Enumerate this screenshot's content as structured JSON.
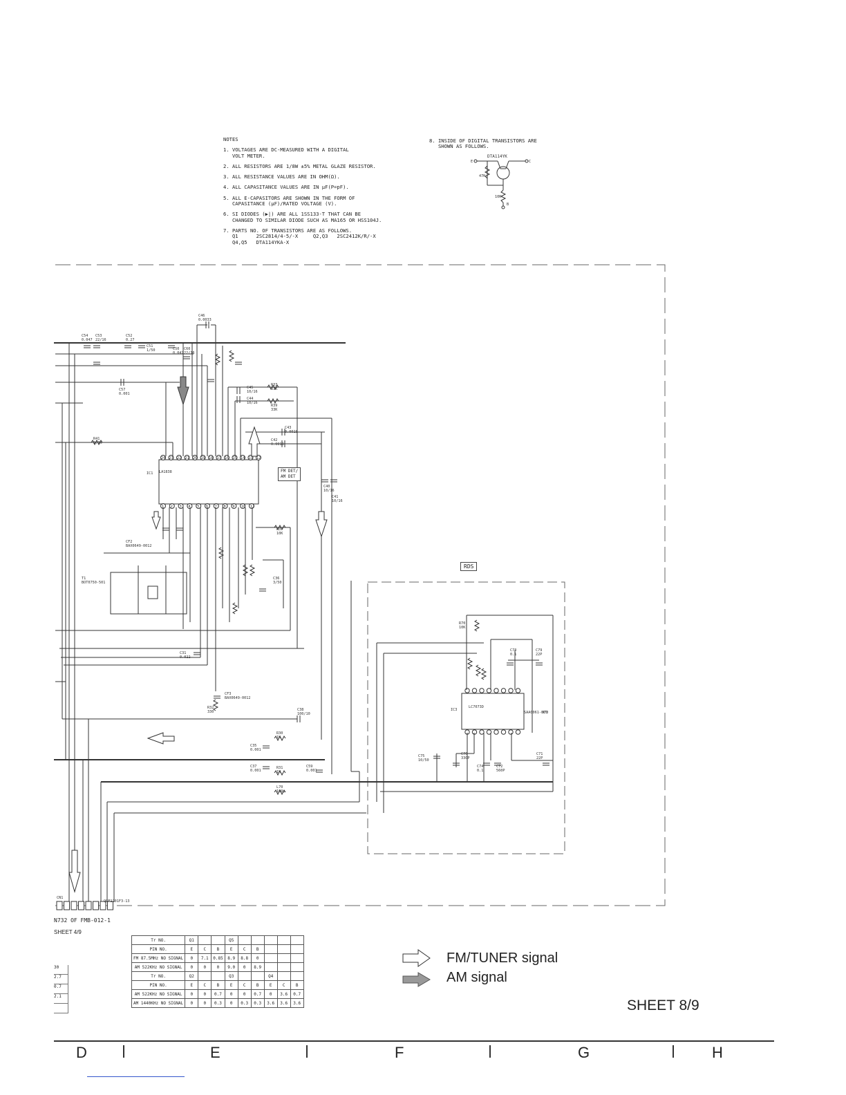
{
  "notes": {
    "heading": "NOTES",
    "items": [
      "1. VOLTAGES ARE DC-MEASURED WITH A DIGITAL\n   VOLT METER.",
      "2. ALL RESISTORS ARE 1/8W ±5% METAL GLAZE RESISTOR.",
      "3. ALL RESISTANCE VALUES ARE IN OHM(Ω).",
      "4. ALL CAPASITANCE VALUES ARE IN μF(P=pF).",
      "5. ALL E-CAPASITORS ARE SHOWN IN THE FORM OF\n   CAPASITANCE (μF)/RATED VOLTAGE (V).",
      "6. SI DIODES (▶|) ARE ALL 1SS133-T THAT CAN BE\n   CHANGED TO SIMILAR DIODE SUCH AS MA165 OR HSS104J.",
      "7. PARTS NO. OF TRANSISTORS ARE AS FOLLOWS.\n   Q1      2SC2814/4-5/-X     Q2,Q3   2SC2412K/R/-X\n   Q4,Q5   DTA114YKA-X"
    ],
    "note8": "8. INSIDE OF DIGITAL TRANSISTORS ARE\n   SHOWN AS FOLLOWS."
  },
  "transistor_detail": {
    "part": "DTA114YK",
    "r1": "47K",
    "r2": "10K",
    "pin_e": "E",
    "pin_c": "C",
    "pin_b": "B"
  },
  "ic1": {
    "ref": "IC1",
    "part": "LA1838",
    "func_label": "FM DET/\nAM DET",
    "top_pins": [
      "24",
      "23",
      "22",
      "21",
      "20",
      "19",
      "18",
      "17",
      "16",
      "15",
      "14",
      "13",
      "12"
    ],
    "bottom_pins": [
      "1",
      "2",
      "3",
      "4",
      "5",
      "6",
      "7",
      "8",
      "9",
      "10",
      "11"
    ]
  },
  "ic3": {
    "ref": "IC3",
    "part": "LC7073D",
    "xtal": "X70",
    "xtal_part": "SAA0061-001"
  },
  "rds_label": "RDS",
  "components": [
    {
      "ref": "C54",
      "val": "0.047"
    },
    {
      "ref": "C53",
      "val": "22/16"
    },
    {
      "ref": "C52",
      "val": "0.27"
    },
    {
      "ref": "C51",
      "val": "1/50"
    },
    {
      "ref": "C50",
      "val": "0.047"
    },
    {
      "ref": "C60",
      "val": "22/16"
    },
    {
      "ref": "C46",
      "val": "0.0033"
    },
    {
      "ref": "C57",
      "val": "0.001"
    },
    {
      "ref": "R41",
      "val": "3.3K"
    },
    {
      "ref": "C45",
      "val": "10/16"
    },
    {
      "ref": "C44",
      "val": "10/16"
    },
    {
      "ref": "R33",
      "val": "33K"
    },
    {
      "ref": "R39",
      "val": "33K"
    },
    {
      "ref": "C43",
      "val": "0.0018"
    },
    {
      "ref": "C42",
      "val": "0.0018"
    },
    {
      "ref": "R37",
      "val": "10K"
    },
    {
      "ref": "CF2",
      "val": "BAX0649-0012"
    },
    {
      "ref": "T1",
      "val": "BOT0750-501"
    },
    {
      "ref": "C31",
      "val": "0.022"
    },
    {
      "ref": "CF3",
      "val": "BAX0649-0012"
    },
    {
      "ref": "R32",
      "val": "330"
    },
    {
      "ref": "C38",
      "val": "100/10"
    },
    {
      "ref": "R30",
      "val": "1K"
    },
    {
      "ref": "C35",
      "val": "0.001"
    },
    {
      "ref": "R31",
      "val": "1K"
    },
    {
      "ref": "C37",
      "val": "0.001"
    },
    {
      "ref": "C59",
      "val": "0.001"
    },
    {
      "ref": "L70",
      "val": "100μ"
    },
    {
      "ref": "R70",
      "val": "10K"
    },
    {
      "ref": "C73",
      "val": "0.1"
    },
    {
      "ref": "C79",
      "val": "22P"
    },
    {
      "ref": "C75",
      "val": "10/50"
    },
    {
      "ref": "C76",
      "val": "330P"
    },
    {
      "ref": "C74",
      "val": "0.1"
    },
    {
      "ref": "C72",
      "val": "560P"
    },
    {
      "ref": "C71",
      "val": "22P"
    },
    {
      "ref": "C36",
      "val": "3/50"
    },
    {
      "ref": "C40",
      "val": "10/16"
    },
    {
      "ref": "C41",
      "val": "10/16"
    }
  ],
  "connector": {
    "label": "N732 OF FMB-012-1",
    "ref": "CN1",
    "part": "QGF1201F3-13"
  },
  "sheet_ref": "SHEET 4/9",
  "voltage_table": {
    "rows": [
      [
        "Tr NO.",
        "Q1",
        "",
        "",
        "Q5",
        "",
        "",
        "",
        "",
        ""
      ],
      [
        "PIN NO.",
        "E",
        "C",
        "B",
        "E",
        "C",
        "B",
        "",
        "",
        ""
      ],
      [
        "FM 87.5MHz NO SIGNAL",
        "0",
        "7.1",
        "0.85",
        "8.9",
        "8.8",
        "0",
        "",
        "",
        ""
      ],
      [
        "AM 522KHz NO SIGNAL",
        "0",
        "0",
        "0",
        "9.0",
        "0",
        "8.9",
        "",
        "",
        ""
      ],
      [
        "Tr NO.",
        "Q2",
        "",
        "",
        "Q3",
        "",
        "",
        "Q4",
        "",
        ""
      ],
      [
        "PIN NO.",
        "E",
        "C",
        "B",
        "E",
        "C",
        "B",
        "E",
        "C",
        "B"
      ],
      [
        "AM 522KHz NO SIGNAL",
        "0",
        "0",
        "0.7",
        "0",
        "0",
        "0.7",
        "0",
        "3.6",
        "0.7"
      ],
      [
        "AM 1440KHz NO SIGNAL",
        "0",
        "0",
        "0.3",
        "0",
        "0.3",
        "0.3",
        "3.6",
        "3.6",
        "3.6"
      ]
    ],
    "side_values": [
      "30",
      "2.7",
      "0.7",
      "2.1",
      ""
    ]
  },
  "legend": [
    {
      "label": "FM/TUNER signal",
      "style": "hollow-arrow"
    },
    {
      "label": "AM signal",
      "style": "shaded-arrow"
    }
  ],
  "sheet_label": "SHEET 8/9",
  "grid_columns": [
    "D",
    "E",
    "F",
    "G",
    "H"
  ]
}
